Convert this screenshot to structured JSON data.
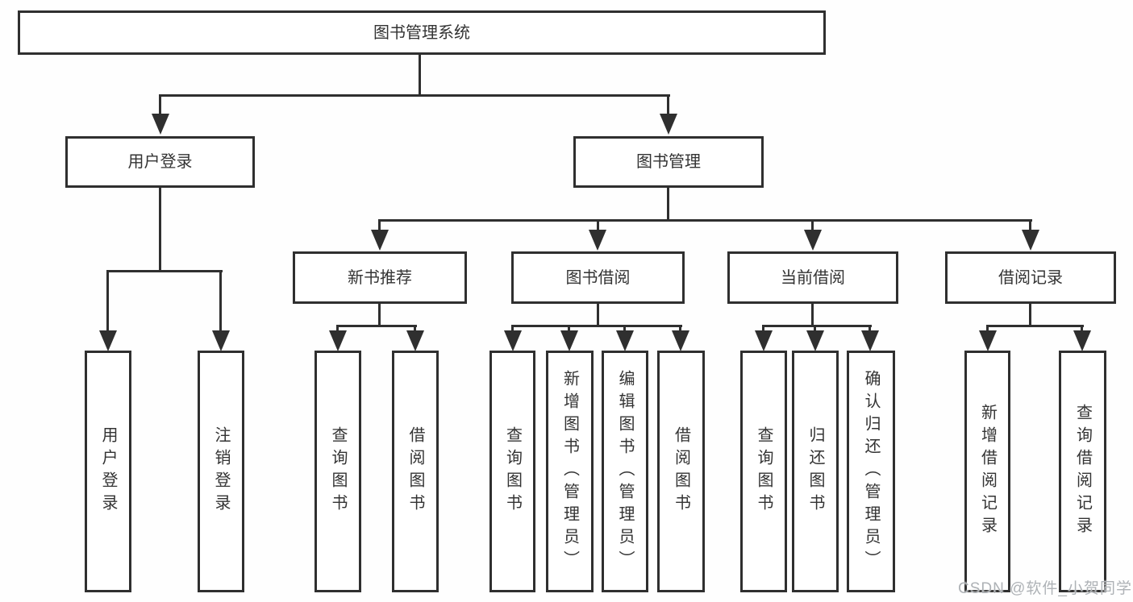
{
  "diagram_title": "图书管理系统",
  "tree": {
    "root": {
      "label": "图书管理系统"
    },
    "level1": [
      {
        "id": "user-login",
        "label": "用户登录"
      },
      {
        "id": "book-management",
        "label": "图书管理"
      }
    ],
    "level2": [
      {
        "id": "new-book-recommend",
        "label": "新书推荐",
        "parent": "图书管理"
      },
      {
        "id": "book-borrowing",
        "label": "图书借阅",
        "parent": "图书管理"
      },
      {
        "id": "current-borrowing",
        "label": "当前借阅",
        "parent": "图书管理"
      },
      {
        "id": "borrowing-records",
        "label": "借阅记录",
        "parent": "图书管理"
      }
    ],
    "leaves": {
      "user_login": [
        {
          "label": "用户登录"
        },
        {
          "label": "注销登录"
        }
      ],
      "new_book": [
        {
          "label": "查询图书"
        },
        {
          "label": "借阅图书"
        }
      ],
      "book_borrow": [
        {
          "label": "查询图书"
        },
        {
          "label": "新增图书（管理员）"
        },
        {
          "label": "编辑图书（管理员）"
        },
        {
          "label": "借阅图书"
        }
      ],
      "current_borrow": [
        {
          "label": "查询图书"
        },
        {
          "label": "归还图书"
        },
        {
          "label": "确认归还（管理员）"
        }
      ],
      "records": [
        {
          "label": "新增借阅记录"
        },
        {
          "label": "查询借阅记录"
        }
      ]
    }
  },
  "watermark": "CSDN @软件_小贺同学",
  "colors": {
    "line": "#2f2f2f",
    "text": "#333333",
    "box_bg": "#ffffff",
    "page_bg": "#fefefe",
    "watermark": "#aeb2b6"
  }
}
